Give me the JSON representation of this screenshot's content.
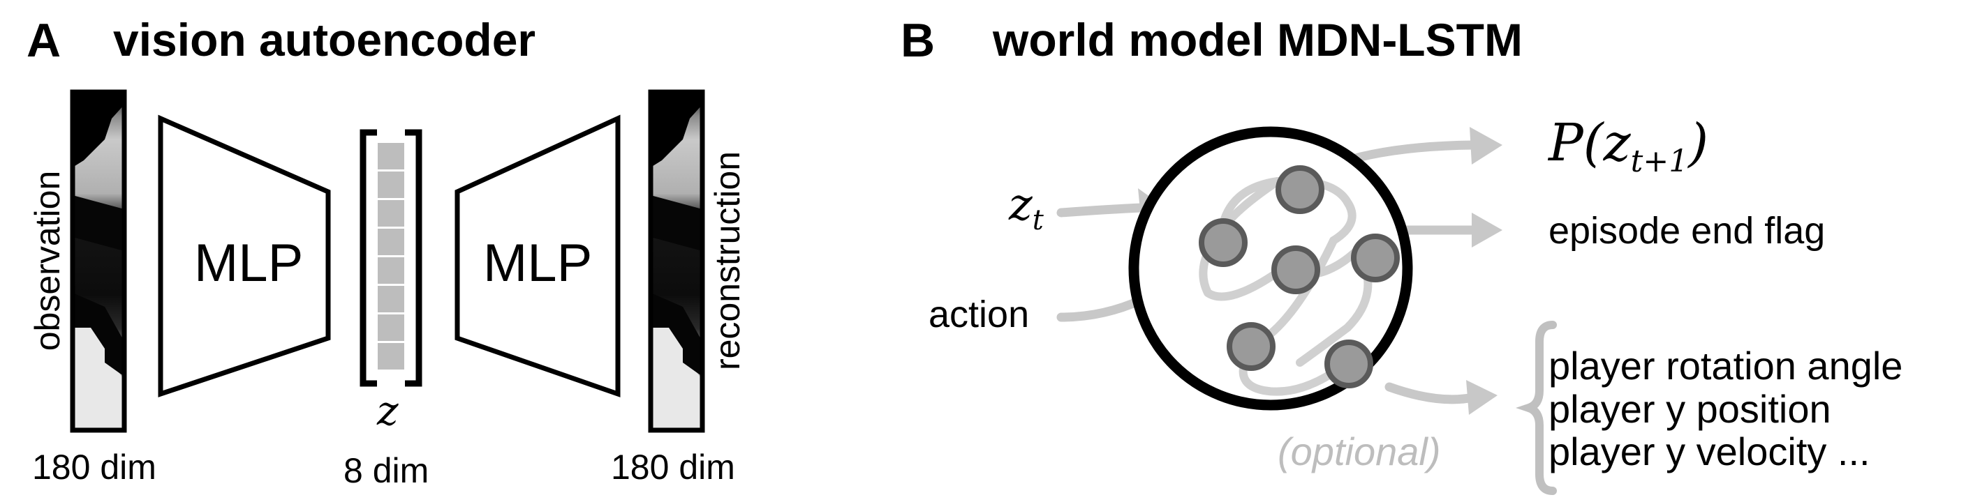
{
  "panel_a": {
    "letter": "A",
    "title": "vision autoencoder",
    "observation_label": "observation",
    "reconstruction_label": "reconstruction",
    "encoder_label": "MLP",
    "decoder_label": "MLP",
    "latent_symbol": "z",
    "input_dim": "180 dim",
    "latent_dim": "8 dim",
    "output_dim": "180 dim"
  },
  "panel_b": {
    "letter": "B",
    "title": "world model MDN-LSTM",
    "input_z": "z",
    "input_z_sub": "t",
    "input_action": "action",
    "output_p": "P(z",
    "output_p_sub": "t+1",
    "output_p_close": ")",
    "output_flag": "episode end flag",
    "optional_label": "(optional)",
    "optional_outputs": [
      "player rotation angle",
      "player y position",
      "player y velocity ..."
    ]
  },
  "colors": {
    "arrow_gray": "#c8c8c8",
    "node_fill": "#9a9a9a",
    "node_stroke": "#5a5a5a",
    "wire_gray": "#d0d0d0",
    "latent_cell": "#bdbdbd"
  }
}
